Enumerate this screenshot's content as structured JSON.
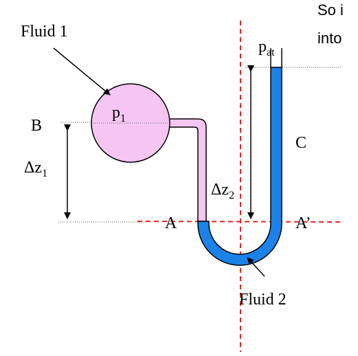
{
  "caption": {
    "line1": "So i",
    "line2": "into"
  },
  "labels": {
    "fluid1": "Fluid 1",
    "fluid2": "Fluid 2",
    "p1_main": "p",
    "p1_sub": "1",
    "pat_main": "p",
    "pat_sub": "at",
    "B": "B",
    "C": "C",
    "A": "A",
    "A_prime": "A’",
    "dz1_main": "Δz",
    "dz1_sub": "1",
    "dz2_main": "Δz",
    "dz2_sub": "2"
  },
  "colors": {
    "fluid1": "#f4c6f1",
    "fluid2": "#1a82e8",
    "outline": "#000000",
    "axis_dashed": "#e8201e",
    "dotted_guide": "#555555"
  }
}
